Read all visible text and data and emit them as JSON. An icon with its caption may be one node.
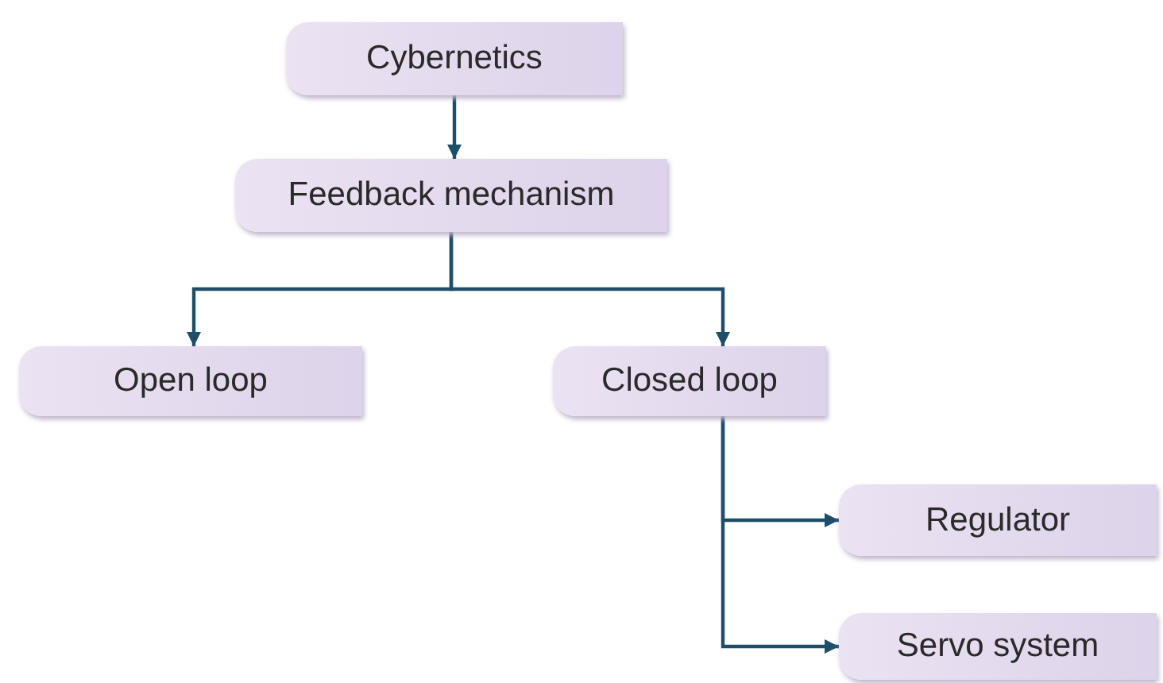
{
  "diagram": {
    "nodes": [
      {
        "text": [
          "Cybernetics"
        ]
      },
      {
        "text": [
          "Feedback mechanism"
        ]
      },
      {
        "text": [
          "Open loop"
        ]
      },
      {
        "text": [
          "Closed loop"
        ]
      },
      {
        "text": [
          "Regulator"
        ]
      },
      {
        "text": [
          "Servo system"
        ]
      }
    ],
    "edges": [
      {
        "from": 0,
        "to": 1,
        "arrow": "to"
      },
      {
        "from": 1,
        "to": 2,
        "arrow": "to"
      },
      {
        "from": 1,
        "to": 3,
        "arrow": "to"
      },
      {
        "from": 3,
        "to": 4,
        "arrow": "to"
      },
      {
        "from": 3,
        "to": 5,
        "arrow": "to"
      }
    ]
  }
}
